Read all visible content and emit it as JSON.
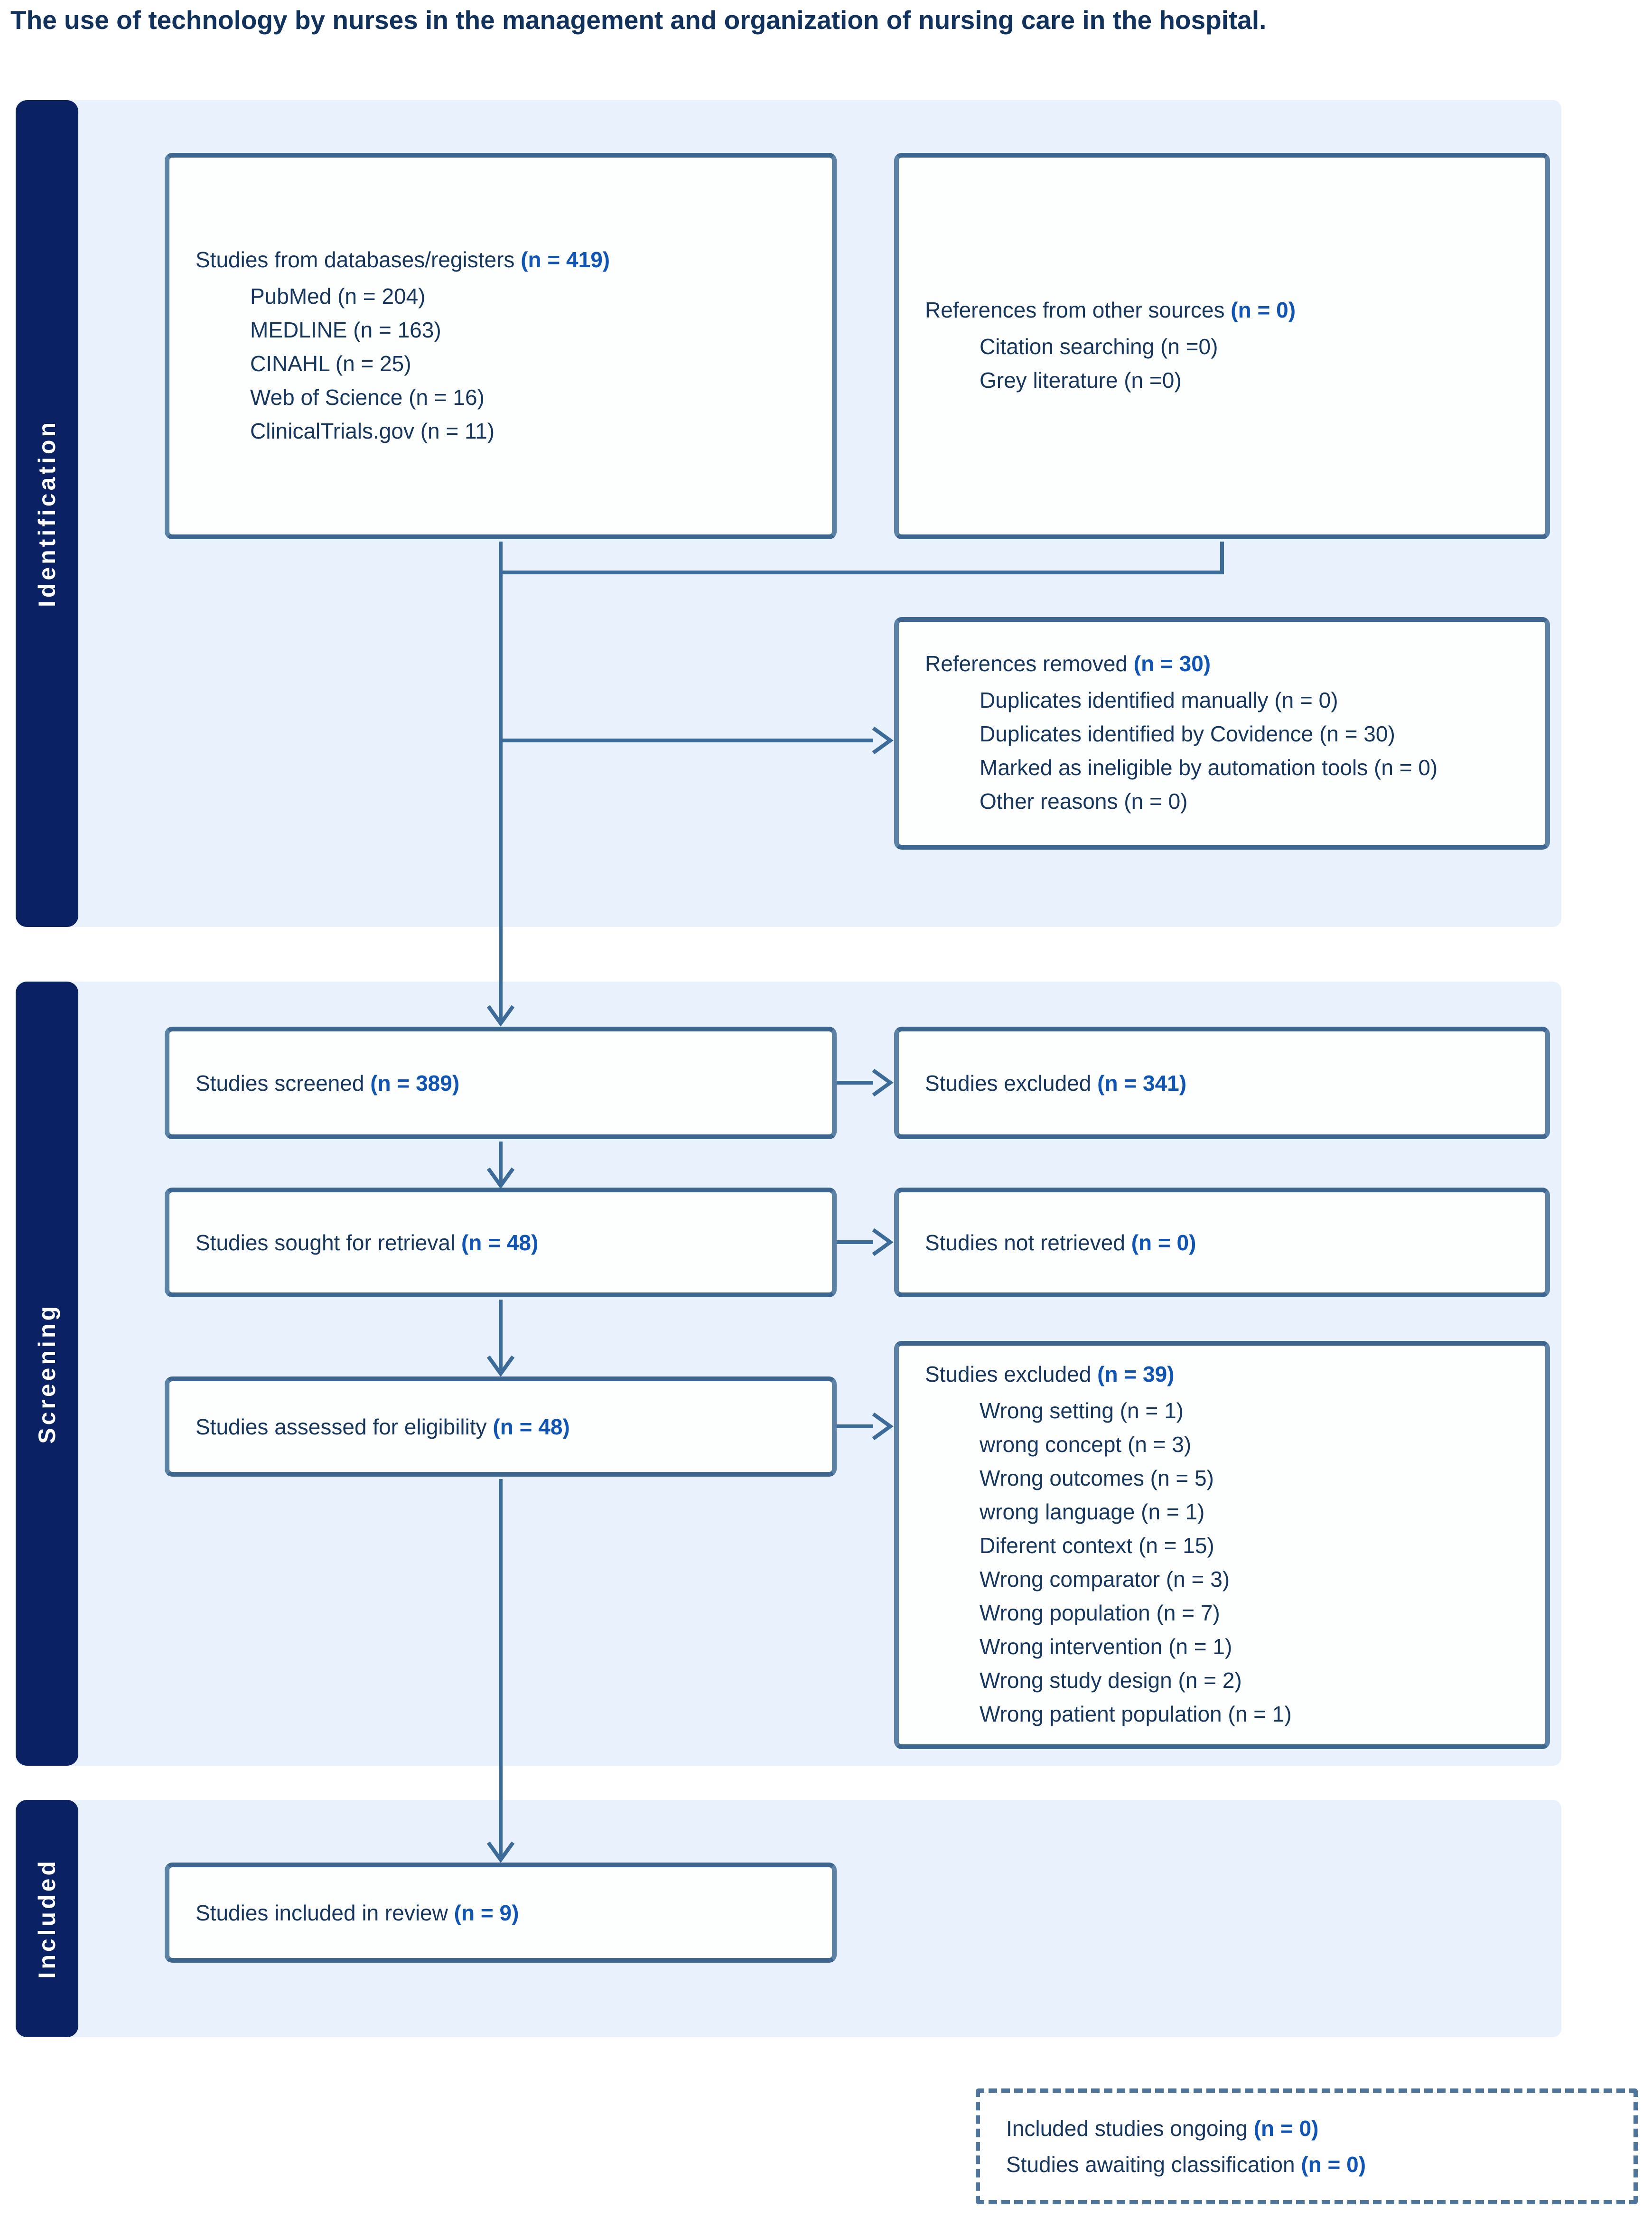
{
  "title": "The use of technology by nurses in the management and organization of nursing care in the hospital.",
  "sections": {
    "identification": "Identification",
    "screening": "Screening",
    "included": "Included"
  },
  "boxes": {
    "databases": {
      "heading": "Studies from databases/registers ",
      "count": "(n = 419)",
      "items": [
        "PubMed (n = 204)",
        "MEDLINE (n = 163)",
        "CINAHL (n = 25)",
        "Web of Science (n = 16)",
        "ClinicalTrials.gov (n = 11)"
      ]
    },
    "other_sources": {
      "heading": "References from other sources ",
      "count": "(n = 0)",
      "items": [
        "Citation searching (n =0)",
        "Grey literature (n =0)"
      ]
    },
    "references_removed": {
      "heading": "References removed ",
      "count": "(n = 30)",
      "items": [
        "Duplicates identified manually (n = 0)",
        "Duplicates identified by Covidence (n = 30)",
        "Marked as ineligible by automation tools (n = 0)",
        "Other reasons (n = 0)"
      ]
    },
    "screened": {
      "heading": "Studies screened ",
      "count": "(n = 389)"
    },
    "excluded_screening": {
      "heading": "Studies excluded ",
      "count": "(n = 341)"
    },
    "sought": {
      "heading": "Studies sought for retrieval ",
      "count": "(n = 48)"
    },
    "not_retrieved": {
      "heading": "Studies not retrieved ",
      "count": "(n = 0)"
    },
    "assessed": {
      "heading": "Studies assessed for eligibility ",
      "count": "(n = 48)"
    },
    "excluded_eligibility": {
      "heading": "Studies excluded ",
      "count": "(n = 39)",
      "items": [
        "Wrong setting (n = 1)",
        "wrong concept (n = 3)",
        "Wrong outcomes (n = 5)",
        "wrong language (n = 1)",
        "Diferent context (n = 15)",
        "Wrong comparator (n = 3)",
        "Wrong population (n = 7)",
        "Wrong intervention (n = 1)",
        "Wrong study design (n = 2)",
        "Wrong patient population (n = 1)"
      ]
    },
    "included_review": {
      "heading": "Studies included in review ",
      "count": "(n = 9)"
    },
    "ongoing": {
      "line1_label": "Included studies ongoing ",
      "line1_count": "(n = 0)",
      "line2_label": "Studies awaiting classification ",
      "line2_count": "(n = 0)"
    }
  },
  "colors": {
    "sidebar_navy": "#0a2164",
    "panel_blue": "#e9f1fc",
    "box_border": "#41719c",
    "arrow": "#3c6a99",
    "text_navy": "#17365d",
    "count_blue": "#1155b4"
  }
}
